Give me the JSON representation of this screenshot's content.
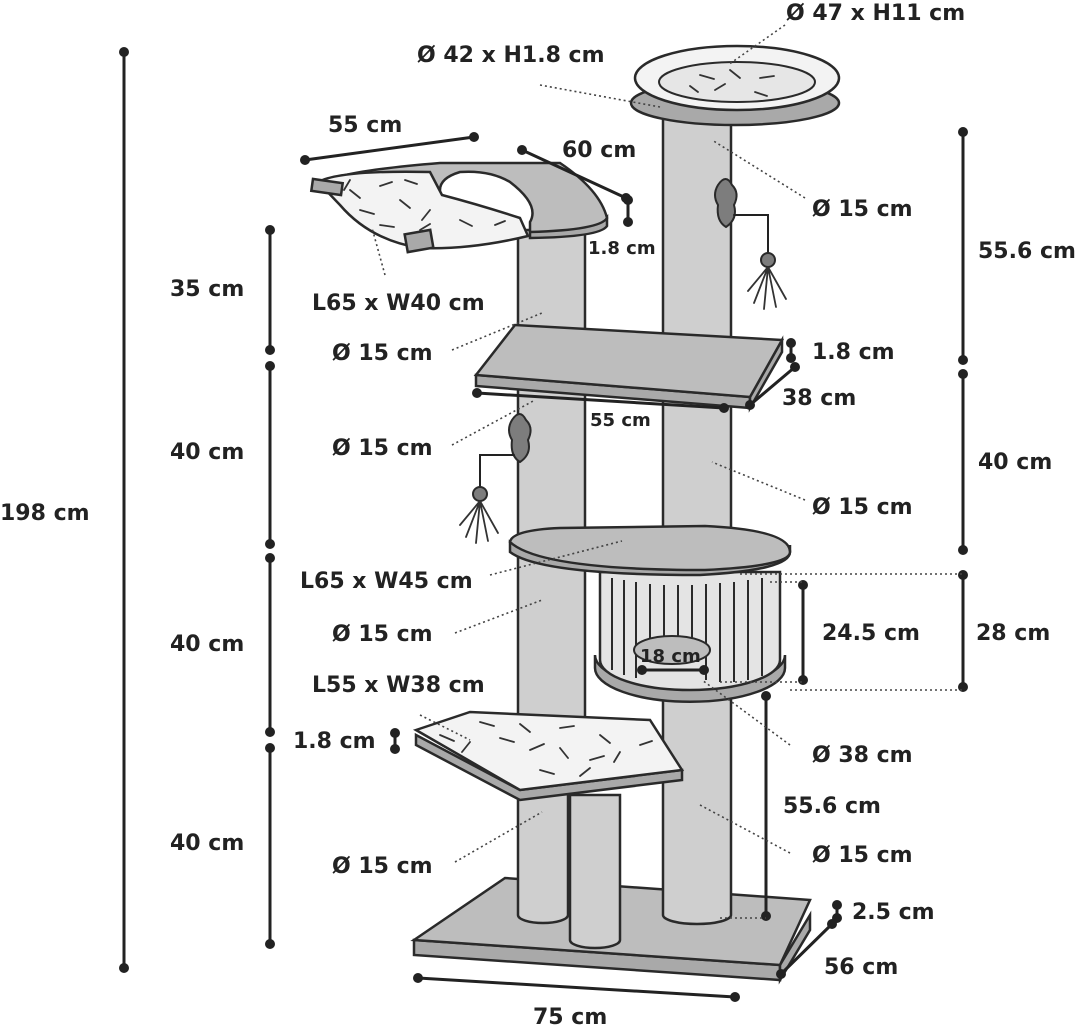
{
  "labels": {
    "bed_size": "Ø 47 x H11 cm",
    "bed_base": "Ø 42 x H1.8 cm",
    "hammock_width": "55 cm",
    "hammock_depth": "60 cm",
    "hammock_thickness": "1.8 cm",
    "hammock_size": "L65 x W40 cm",
    "post_top_right": "Ø 15 cm",
    "height_top_right": "55.6 cm",
    "post_upper_left": "Ø 15 cm",
    "height_35": "35 cm",
    "shelf_thickness": "1.8 cm",
    "shelf_depth": "38 cm",
    "shelf_width": "55 cm",
    "height_40_a": "40 cm",
    "post_mid_left": "Ø 15 cm",
    "height_40_right": "40 cm",
    "post_mid_right": "Ø 15 cm",
    "total_height": "198 cm",
    "platform_size": "L65 x W45 cm",
    "post_lower_left": "Ø 15 cm",
    "height_40_b": "40 cm",
    "condo_inner_height": "24.5 cm",
    "condo_height": "28 cm",
    "condo_opening": "18 cm",
    "condo_diameter": "Ø 38 cm",
    "step_size": "L55 x W38 cm",
    "step_thickness": "1.8 cm",
    "height_bottom_right": "55.6 cm",
    "post_bottom_right": "Ø 15 cm",
    "height_40_c": "40 cm",
    "post_bottom_left": "Ø 15 cm",
    "base_thickness": "2.5 cm",
    "base_depth": "56 cm",
    "base_width": "75 cm"
  }
}
